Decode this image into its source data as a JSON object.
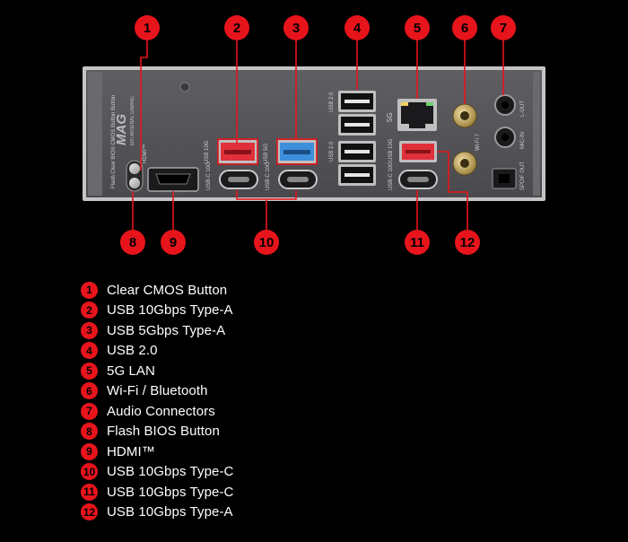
{
  "colors": {
    "background": "#000000",
    "marker": "#e8141c",
    "leader_line": "#e8141c",
    "panel": "#58585c",
    "panel_border": "#bebebe",
    "usb_10g": "#e0313b",
    "usb_5g": "#3d8fdc",
    "legend_text": "#ffffff"
  },
  "brand": {
    "logo": "MAG",
    "subtitle": "MSI ARSENAL GAMING"
  },
  "port_labels": {
    "cmos_flash": "Flash Clear BIOS CMOS Button Button",
    "hdmi": "HDMI™",
    "usb_10g_a": "USB 10G",
    "usb_5g_a": "USB 5G",
    "usb_c_left_1": "USB-C 10G",
    "usb_c_left_2": "USB-C 10G",
    "usb_20_upper": "USB 2.0",
    "usb_20_lower": "USB 2.0",
    "lan_5g": "5G",
    "usb_10g_right": "USB 10G",
    "usb_c_right": "USB-C 10G",
    "wifi": "Wi-Fi 7",
    "line_out": "L-OUT",
    "mic_in": "MIC-IN",
    "spdif": "SPDIF OUT"
  },
  "callouts": [
    {
      "num": "1",
      "label": "Clear CMOS Button"
    },
    {
      "num": "2",
      "label": "USB 10Gbps Type-A"
    },
    {
      "num": "3",
      "label": "USB 5Gbps Type-A"
    },
    {
      "num": "4",
      "label": "USB 2.0"
    },
    {
      "num": "5",
      "label": "5G LAN"
    },
    {
      "num": "6",
      "label": "Wi-Fi / Bluetooth"
    },
    {
      "num": "7",
      "label": "Audio Connectors"
    },
    {
      "num": "8",
      "label": "Flash BIOS Button"
    },
    {
      "num": "9",
      "label": "HDMI™"
    },
    {
      "num": "10",
      "label": "USB 10Gbps Type-C"
    },
    {
      "num": "11",
      "label": "USB 10Gbps Type-C"
    },
    {
      "num": "12",
      "label": "USB 10Gbps Type-A"
    }
  ]
}
